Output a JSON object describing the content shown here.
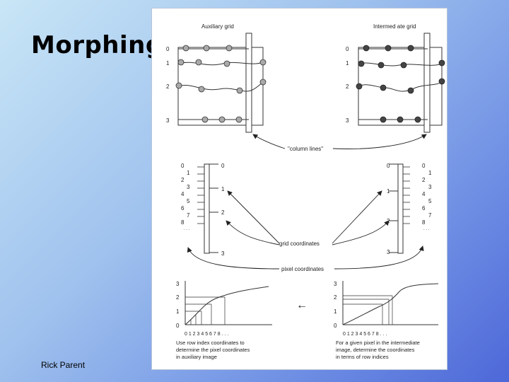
{
  "slide": {
    "title": "Morphing",
    "author": "Rick Parent"
  },
  "figure": {
    "aux_grid_title": "Auxiliary grid",
    "inter_grid_title": "Intermed ate grid",
    "column_lines_label": "\"column lines\"",
    "grid_coords_label": "grid coordinates",
    "pixel_coords_label": "pixel coordinates",
    "row_labels": [
      "0",
      "1",
      "2",
      "3"
    ],
    "pixel_labels": [
      "0",
      "1",
      "2",
      "3",
      "4",
      "5",
      "6",
      "7",
      "8",
      ". . ."
    ],
    "y_ticks": [
      "0",
      "1",
      "2",
      "3"
    ],
    "x_ticks": "0  1  2  3  4  5  6  7  8 . . .",
    "caption_left": [
      "Use row index coordinates to",
      "determine the pixel coordinates",
      "in auxiliary image"
    ],
    "caption_right": [
      "For a given pixel in the intermediate",
      "image, determine the coordinates",
      "in terms of row indices"
    ],
    "arrow_left": "←"
  }
}
